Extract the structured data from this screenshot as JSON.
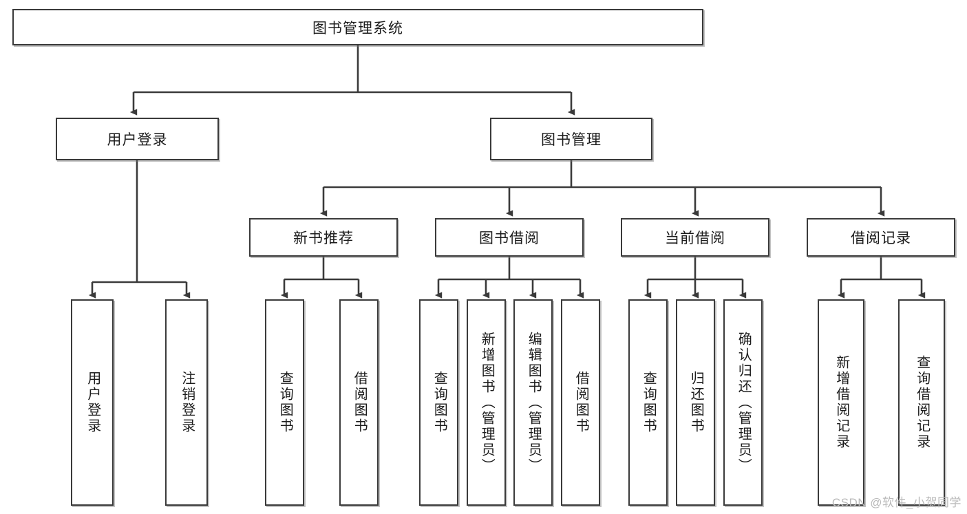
{
  "diagram": {
    "type": "tree",
    "title": "图书管理系统",
    "root": {
      "label": "图书管理系统"
    },
    "level2": [
      {
        "label": "用户登录"
      },
      {
        "label": "图书管理"
      }
    ],
    "level3": [
      {
        "label": "新书推荐"
      },
      {
        "label": "图书借阅"
      },
      {
        "label": "当前借阅"
      },
      {
        "label": "借阅记录"
      }
    ],
    "leaves": {
      "user_login": [
        {
          "label": "用户登录"
        },
        {
          "label": "注销登录"
        }
      ],
      "new_book_recommend": [
        {
          "label": "查询图书"
        },
        {
          "label": "借阅图书"
        }
      ],
      "book_borrow": [
        {
          "label": "查询图书"
        },
        {
          "label": "新增图书（管理员）"
        },
        {
          "label": "编辑图书（管理员）"
        },
        {
          "label": "借阅图书"
        }
      ],
      "current_borrow": [
        {
          "label": "查询图书"
        },
        {
          "label": "归还图书"
        },
        {
          "label": "确认归还（管理员）"
        }
      ],
      "borrow_record": [
        {
          "label": "新增借阅记录"
        },
        {
          "label": "查询借阅记录"
        }
      ]
    }
  },
  "watermark": {
    "text": "CSDN @软件_小贺同学"
  },
  "colors": {
    "stroke": "#3a3a3a",
    "fill": "#ffffff",
    "text": "#1c1c1c",
    "watermark": "#b9b9b9",
    "background": "#ffffff"
  }
}
